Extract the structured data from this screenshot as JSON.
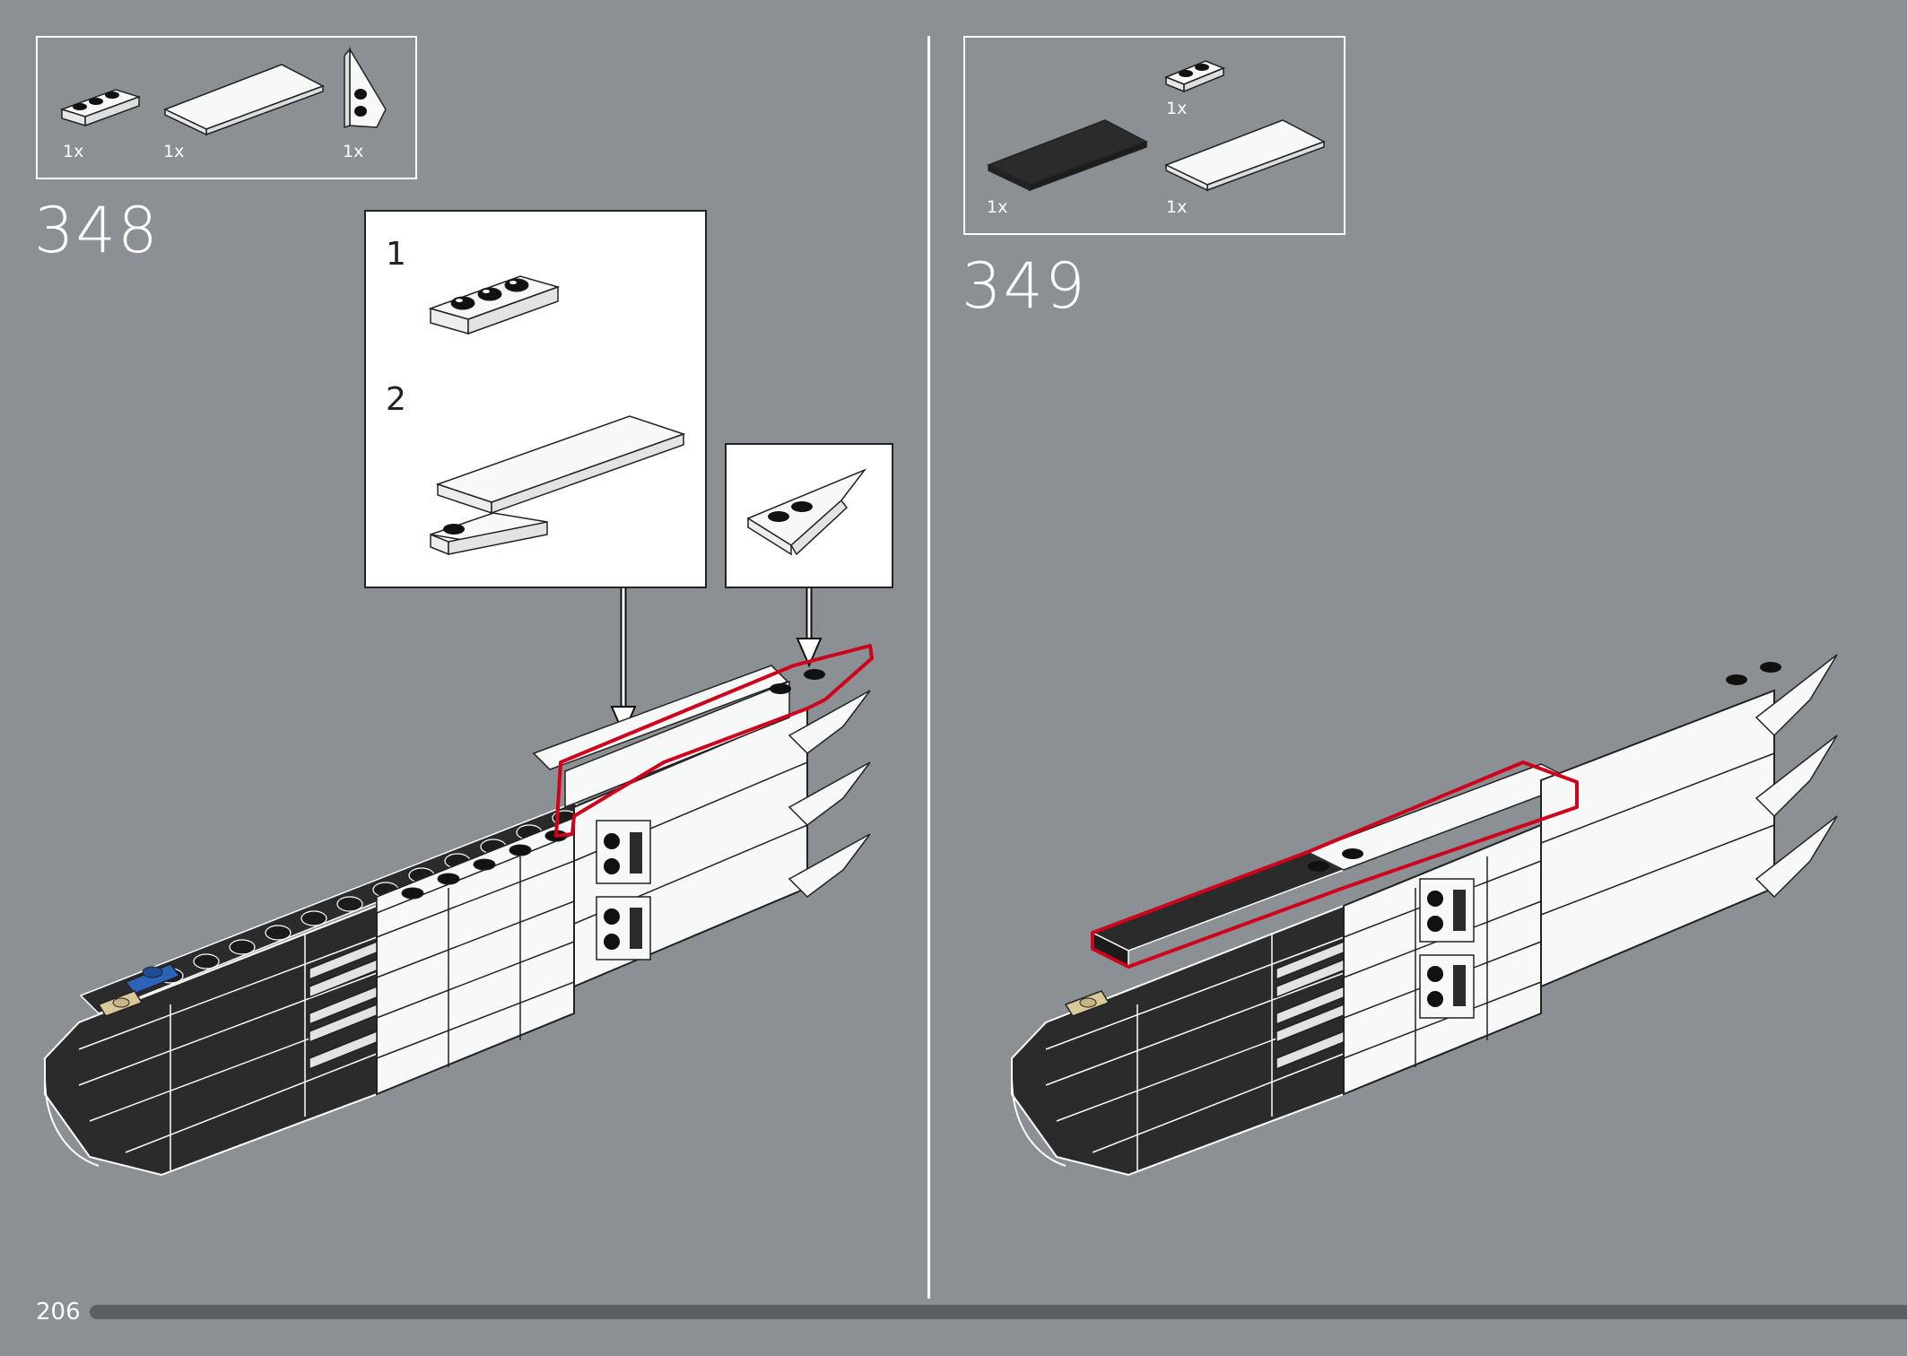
{
  "page": {
    "number": "206"
  },
  "colors": {
    "background": "#8a9093",
    "highlight": "#d0021b",
    "brick_white": "#f7f8f8",
    "brick_black": "#2b2b2b",
    "brick_blue": "#2a63b8",
    "brick_tan": "#d9c89a",
    "progress": "#5b5f61"
  },
  "step_348": {
    "number": "348",
    "parts": [
      {
        "name": "plate-1x3-icon",
        "qty": "1x"
      },
      {
        "name": "tile-2x6-icon",
        "qty": "1x"
      },
      {
        "name": "wedge-plate-icon",
        "qty": "1x"
      }
    ],
    "substeps": [
      {
        "label": "1"
      },
      {
        "label": "2"
      }
    ]
  },
  "step_349": {
    "number": "349",
    "parts": [
      {
        "name": "plate-1x2-icon",
        "qty": "1x"
      },
      {
        "name": "black-tile-2x6-icon",
        "qty": "1x"
      },
      {
        "name": "white-tile-2x6-icon",
        "qty": "1x"
      }
    ]
  }
}
